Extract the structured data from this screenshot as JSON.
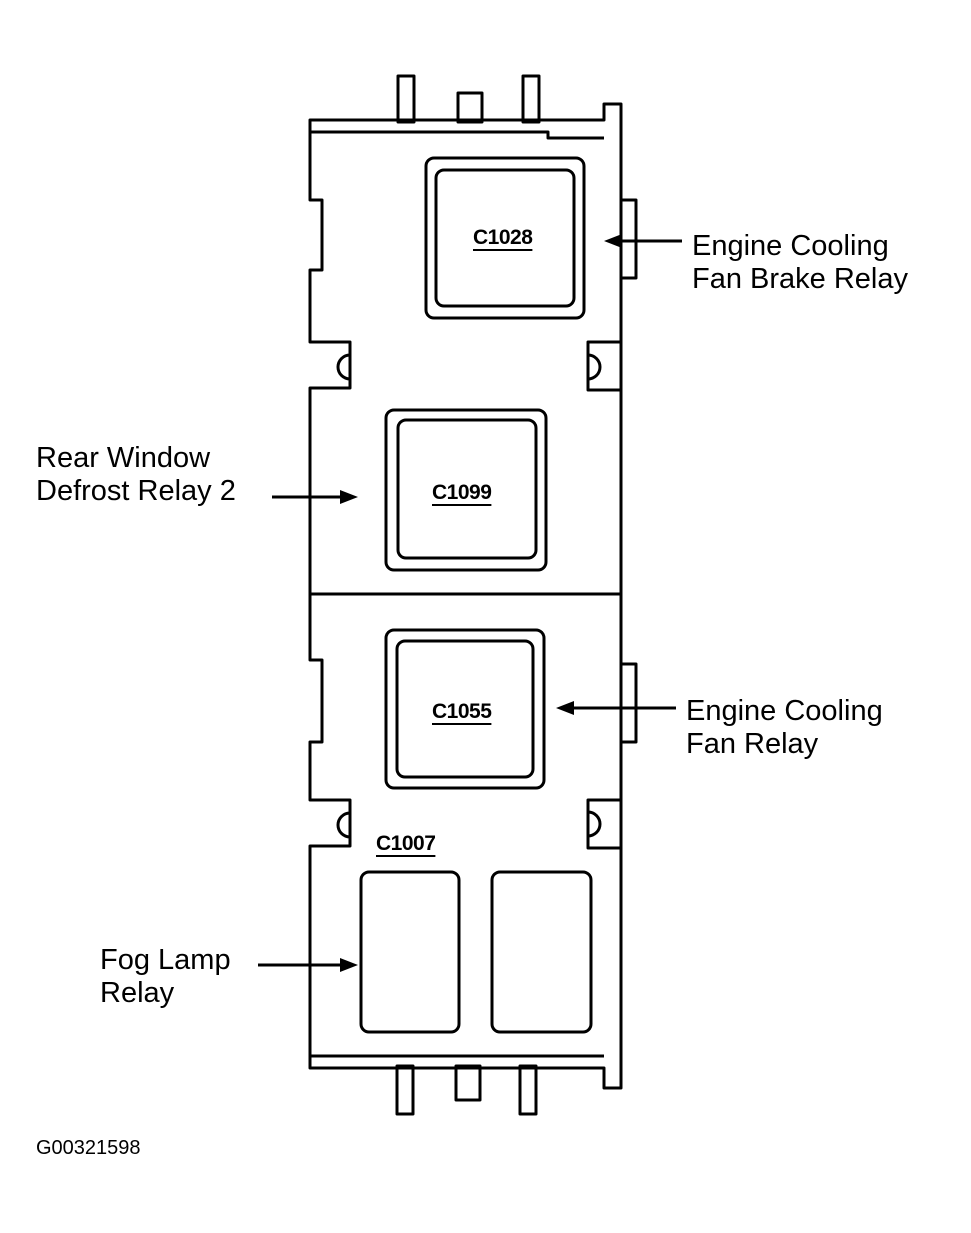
{
  "relays": [
    {
      "code": "C1028",
      "label_line1": "Engine Cooling",
      "label_line2": "Fan Brake Relay"
    },
    {
      "code": "C1099",
      "label_line1": "Rear Window",
      "label_line2": "Defrost Relay 2"
    },
    {
      "code": "C1055",
      "label_line1": "Engine Cooling",
      "label_line2": "Fan Relay"
    },
    {
      "code": "C1007",
      "label_line1": "Fog Lamp",
      "label_line2": "Relay"
    }
  ],
  "figure_id": "G00321598"
}
